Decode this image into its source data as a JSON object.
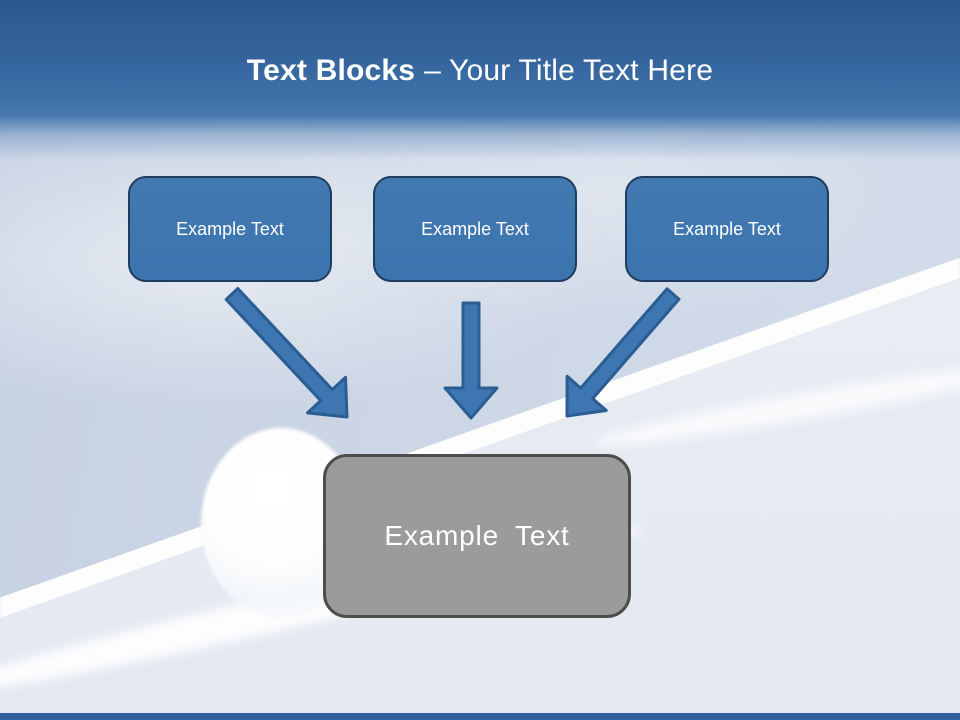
{
  "slide": {
    "title": {
      "bold": "Text Blocks",
      "rest": "– Your Title Text Here"
    },
    "blocks": [
      {
        "label": "Example Text"
      },
      {
        "label": "Example Text"
      },
      {
        "label": "Example Text"
      }
    ],
    "result_block": {
      "label": "Example Text"
    },
    "colors": {
      "header_top": "#2c5890",
      "header_bottom": "#4678ae",
      "block_fill": "#3d78b2",
      "block_border": "#1f3d5f",
      "arrow_fill": "#3d76b1",
      "arrow_border": "#2a5d92",
      "result_fill": "#9b9b9b",
      "result_border": "#4d4d4d",
      "text": "#ffffff",
      "footer_bar": "#30619c"
    }
  }
}
